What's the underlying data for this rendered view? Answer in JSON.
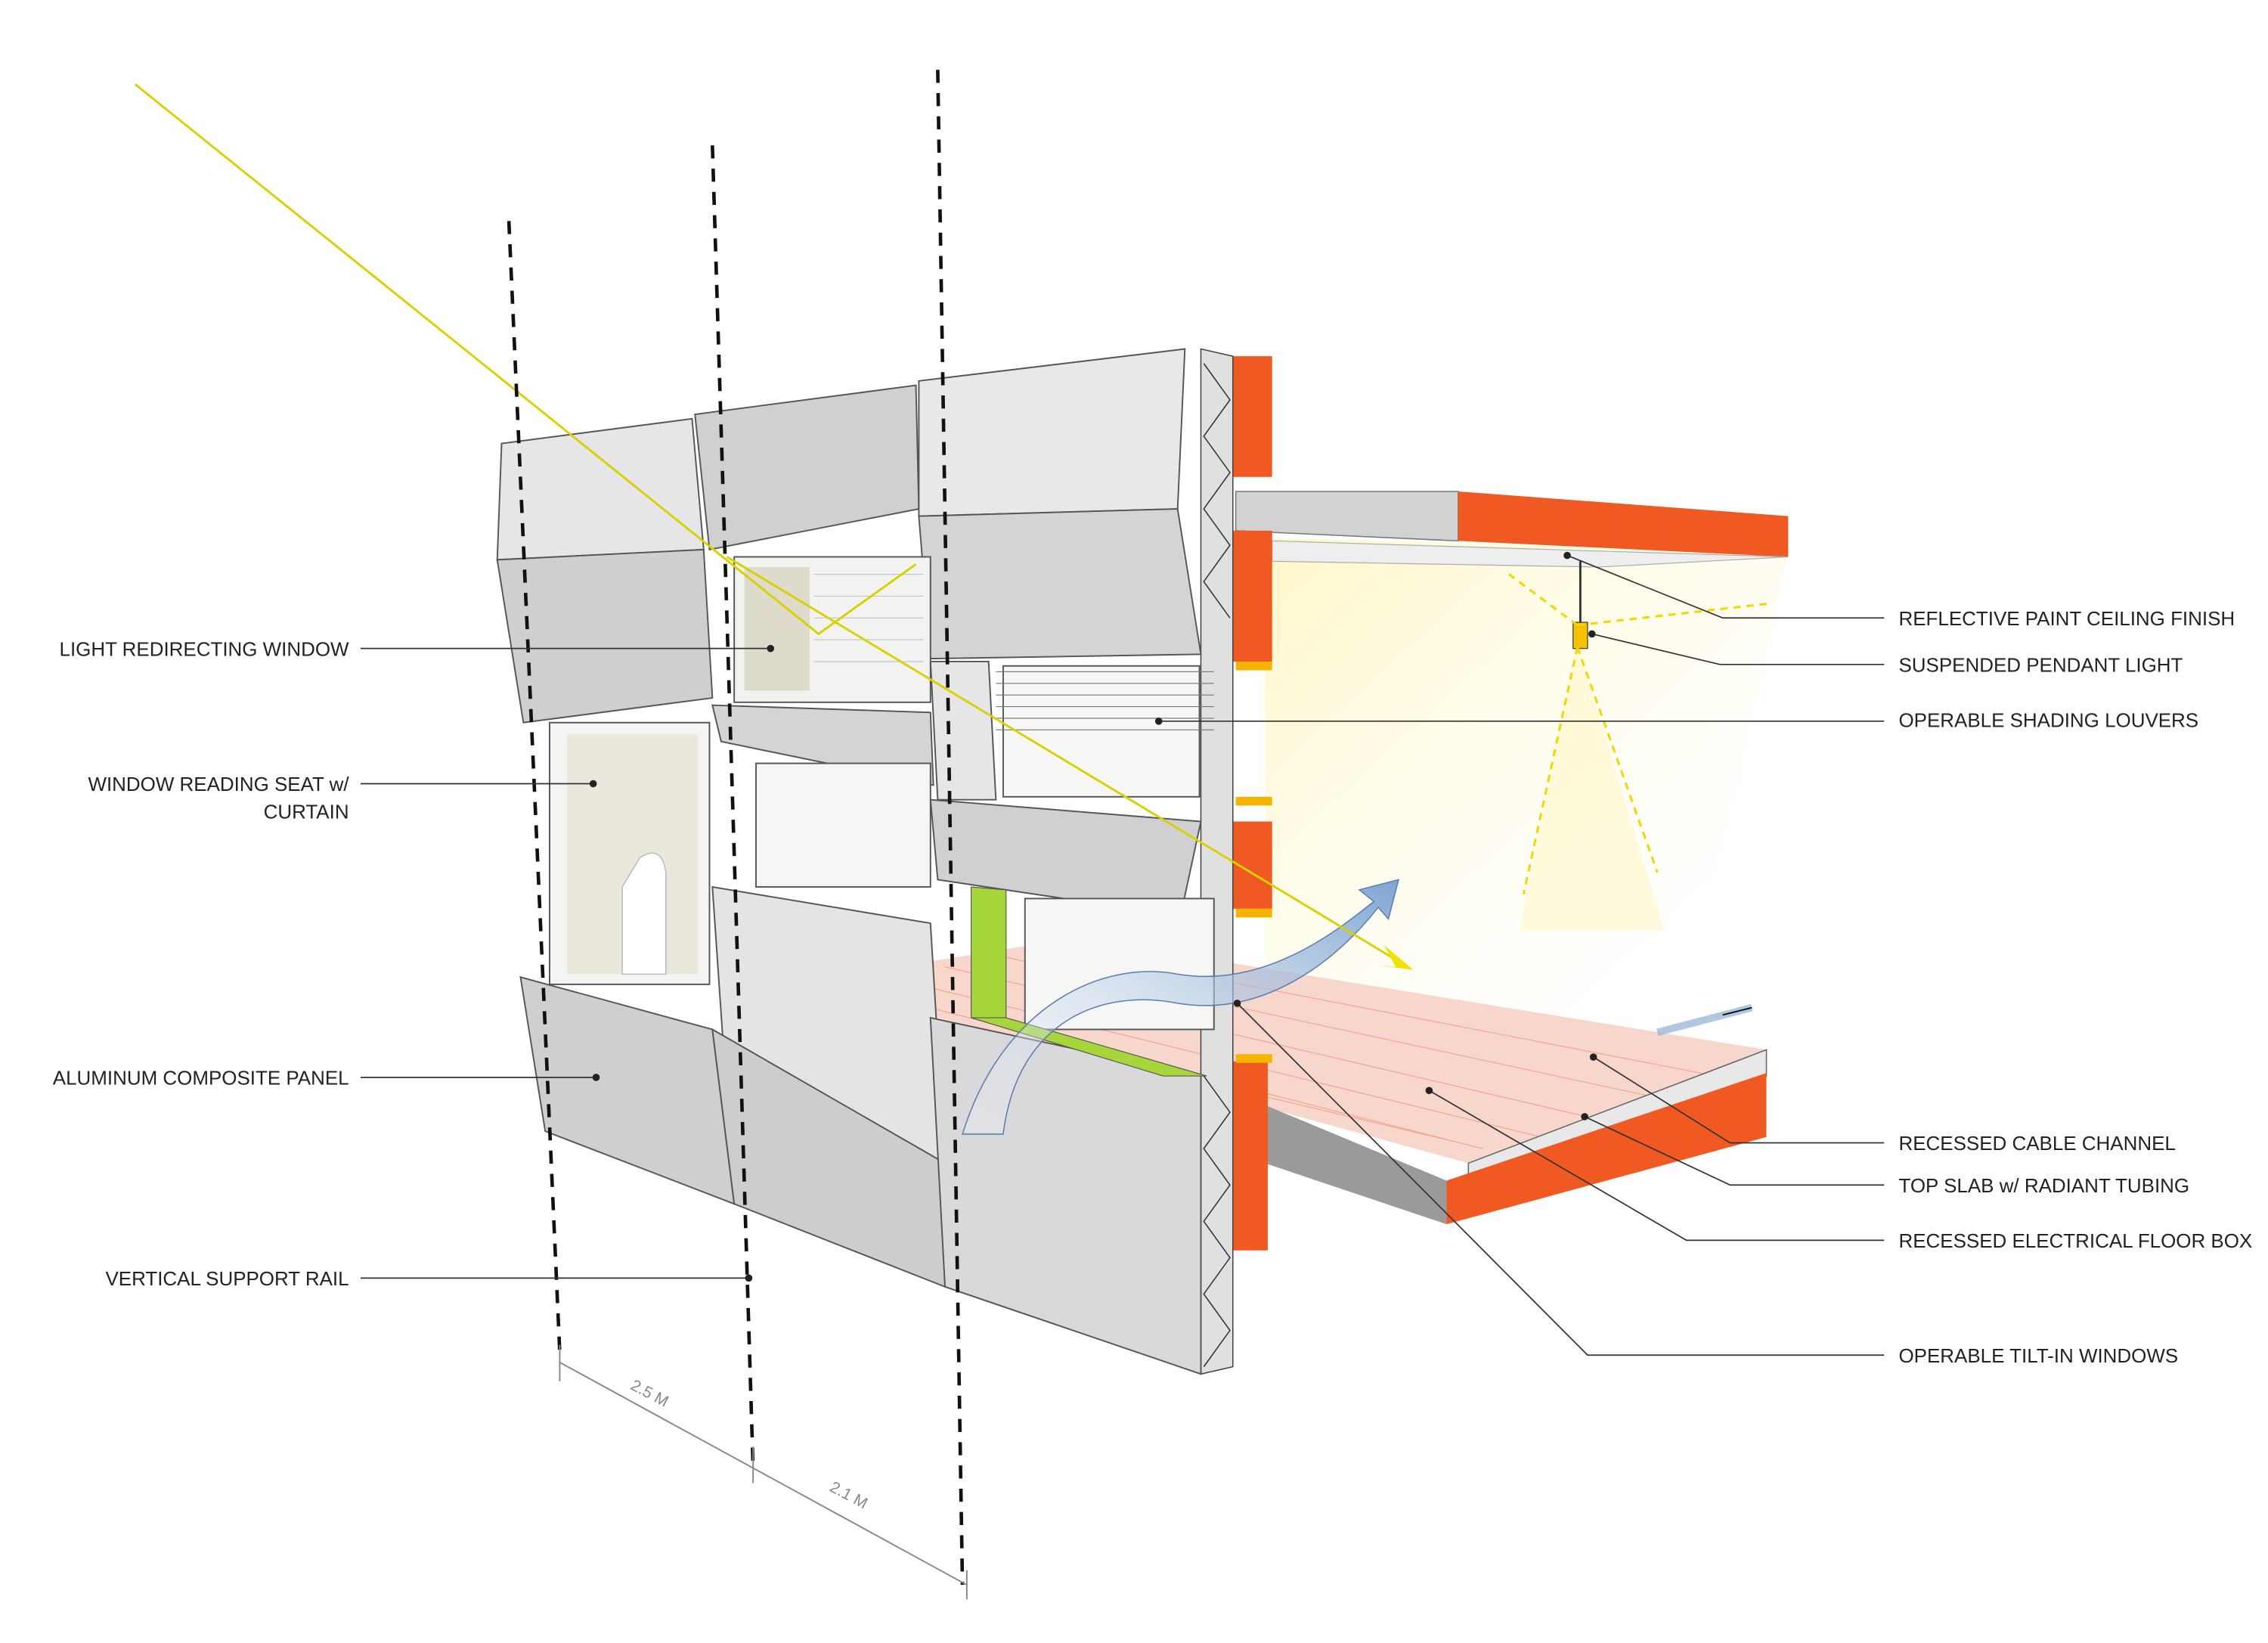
{
  "title": "Facade section axonometric",
  "labels_left": {
    "light_redirecting_window": "LIGHT REDIRECTING WINDOW",
    "reading_seat_line1": "WINDOW READING SEAT w/",
    "reading_seat_line2": "CURTAIN",
    "aluminum_panel": "ALUMINUM COMPOSITE PANEL",
    "support_rail": "VERTICAL SUPPORT RAIL"
  },
  "labels_right": {
    "ceiling_finish": "REFLECTIVE PAINT CEILING FINISH",
    "pendant_light": "SUSPENDED PENDANT LIGHT",
    "shading_louvers": "OPERABLE SHADING LOUVERS",
    "cable_channel": "RECESSED CABLE CHANNEL",
    "top_slab": "TOP SLAB w/ RADIANT TUBING",
    "floor_box": "RECESSED ELECTRICAL FLOOR BOX",
    "tilt_windows": "OPERABLE TILT-IN WINDOWS"
  },
  "dimensions": {
    "bay_1": "2.5 M",
    "bay_2": "2.1 M"
  },
  "colors": {
    "slab_orange": "#f05a22",
    "insulation_green": "#a6d63a",
    "sun_ray": "#d9d000",
    "airflow_blue": "#7ea6d6",
    "panel_gray": "#cfcfd1"
  }
}
